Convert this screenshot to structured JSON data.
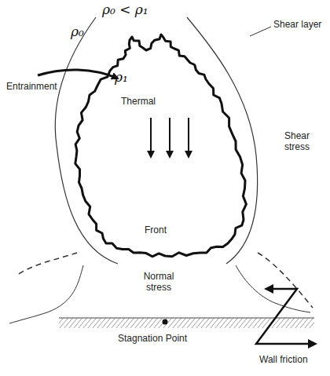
{
  "diagram": {
    "nodes": [
      {
        "text": [
          "ρ₁",
          "Thermal",
          "Front"
        ]
      }
    ],
    "labels": [
      "ρ₀ < ρ₁",
      "ρ₀",
      "Entrainment",
      "Shear layer",
      "Shear stress",
      "Normal stress",
      "Stagnation Point",
      "Wall friction"
    ]
  }
}
